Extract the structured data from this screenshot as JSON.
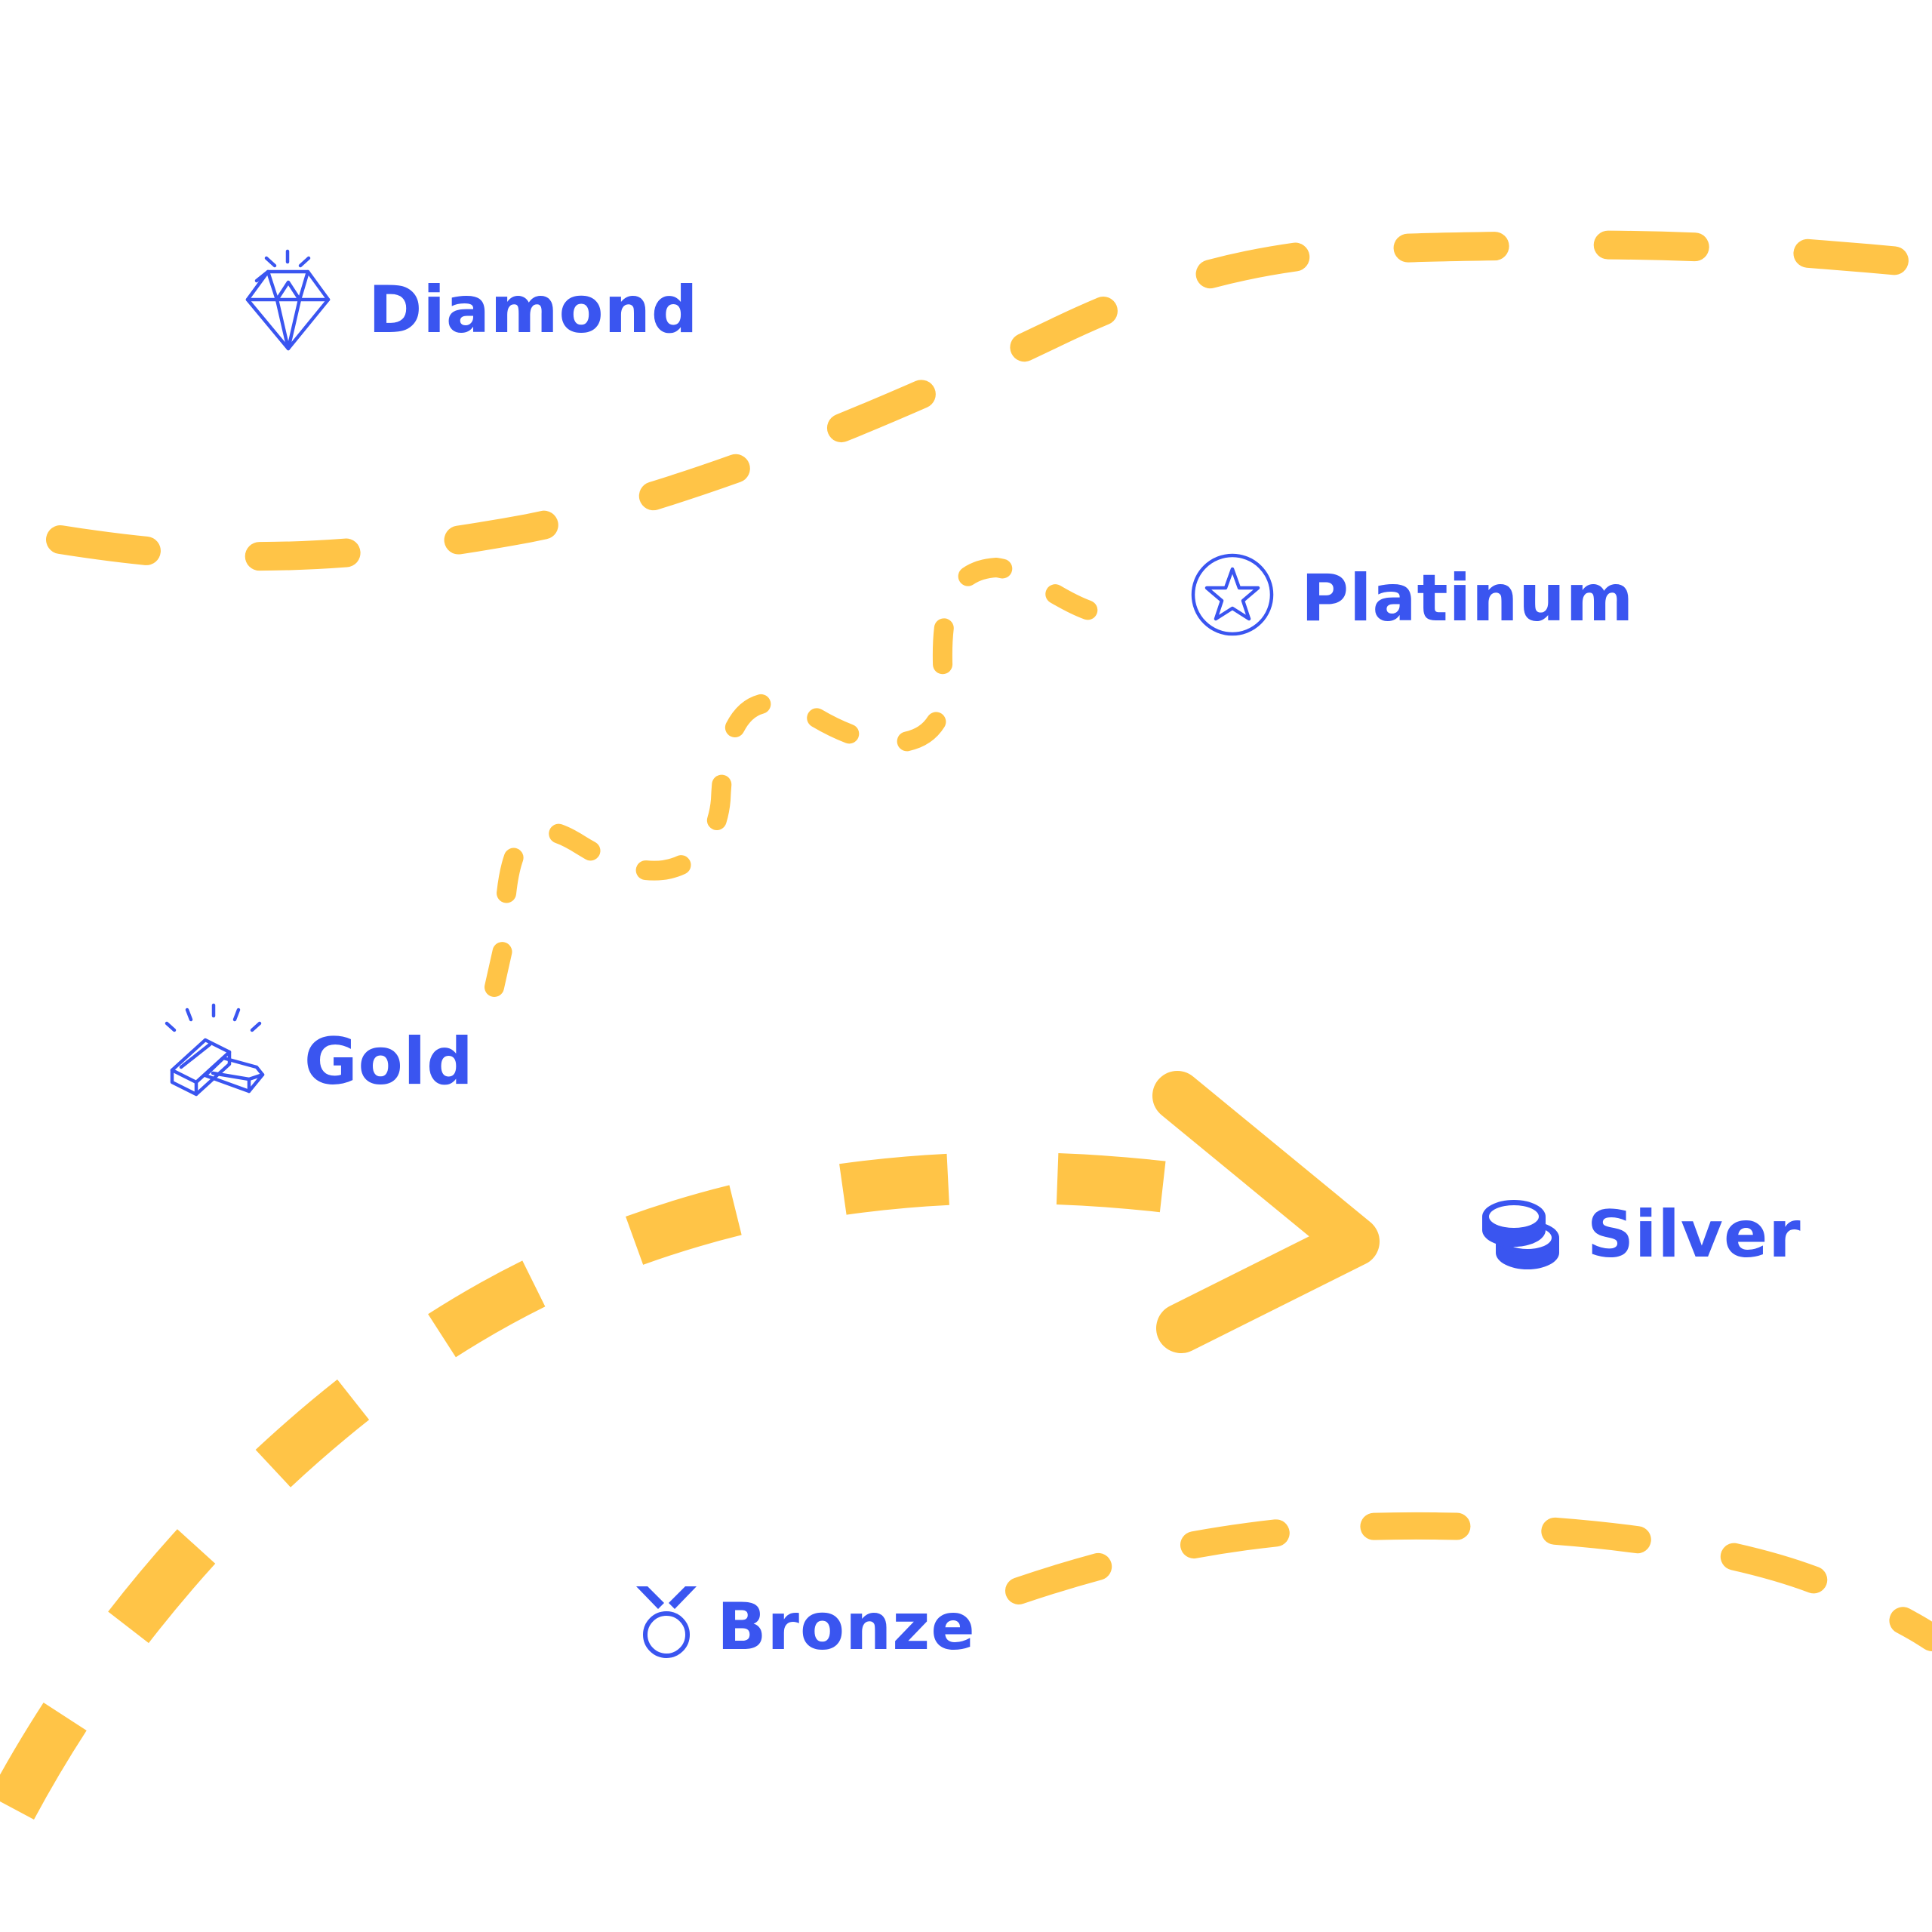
{
  "colors": {
    "accent": "#3a55f0",
    "path": "#ffc447",
    "background": "#ffffff"
  },
  "tiers": {
    "diamond": {
      "label": "Diamond",
      "icon": "diamond-icon"
    },
    "platinum": {
      "label": "Platinum",
      "icon": "star-coin-icon"
    },
    "gold": {
      "label": "Gold",
      "icon": "gold-bars-icon"
    },
    "silver": {
      "label": "Silver",
      "icon": "coins-stack-icon"
    },
    "bronze": {
      "label": "Bronze",
      "icon": "medal-icon"
    }
  }
}
